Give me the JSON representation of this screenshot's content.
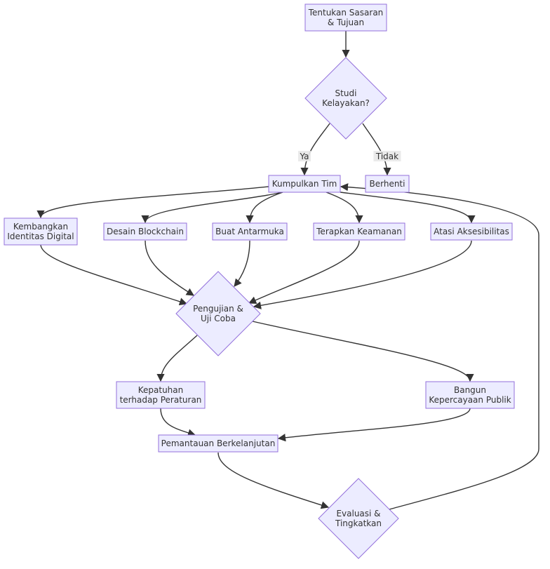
{
  "colors": {
    "node_fill": "#ECECFF",
    "node_stroke": "#9370DB",
    "edge": "#333333",
    "text": "#333333",
    "label_bg": "#e8e8e8"
  },
  "nodes": {
    "tentukan": {
      "lines": [
        "Tentukan Sasaran",
        "& Tujuan"
      ]
    },
    "studi": {
      "lines": [
        "Studi",
        "Kelayakan?"
      ]
    },
    "kumpulkan": {
      "lines": [
        "Kumpulkan Tim"
      ]
    },
    "berhenti": {
      "lines": [
        "Berhenti"
      ]
    },
    "kembangkan": {
      "lines": [
        "Kembangkan",
        "Identitas Digital"
      ]
    },
    "desain": {
      "lines": [
        "Desain Blockchain"
      ]
    },
    "buat": {
      "lines": [
        "Buat Antarmuka"
      ]
    },
    "terapkan": {
      "lines": [
        "Terapkan Keamanan"
      ]
    },
    "atasi": {
      "lines": [
        "Atasi Aksesibilitas"
      ]
    },
    "pengujian": {
      "lines": [
        "Pengujian &",
        "Uji Coba"
      ]
    },
    "kepatuhan": {
      "lines": [
        "Kepatuhan",
        "terhadap Peraturan"
      ]
    },
    "bangun": {
      "lines": [
        "Bangun",
        "Kepercayaan Publik"
      ]
    },
    "pemantauan": {
      "lines": [
        "Pemantauan Berkelanjutan"
      ]
    },
    "evaluasi": {
      "lines": [
        "Evaluasi &",
        "Tingkatkan"
      ]
    }
  },
  "edges": [
    {
      "from": "tentukan",
      "to": "studi",
      "label": ""
    },
    {
      "from": "studi",
      "to": "kumpulkan",
      "label": "Ya"
    },
    {
      "from": "studi",
      "to": "berhenti",
      "label": "Tidak"
    },
    {
      "from": "kumpulkan",
      "to": "kembangkan",
      "label": ""
    },
    {
      "from": "kumpulkan",
      "to": "desain",
      "label": ""
    },
    {
      "from": "kumpulkan",
      "to": "buat",
      "label": ""
    },
    {
      "from": "kumpulkan",
      "to": "terapkan",
      "label": ""
    },
    {
      "from": "kumpulkan",
      "to": "atasi",
      "label": ""
    },
    {
      "from": "kembangkan",
      "to": "pengujian",
      "label": ""
    },
    {
      "from": "desain",
      "to": "pengujian",
      "label": ""
    },
    {
      "from": "buat",
      "to": "pengujian",
      "label": ""
    },
    {
      "from": "terapkan",
      "to": "pengujian",
      "label": ""
    },
    {
      "from": "atasi",
      "to": "pengujian",
      "label": ""
    },
    {
      "from": "pengujian",
      "to": "kepatuhan",
      "label": ""
    },
    {
      "from": "pengujian",
      "to": "bangun",
      "label": ""
    },
    {
      "from": "kepatuhan",
      "to": "pemantauan",
      "label": ""
    },
    {
      "from": "bangun",
      "to": "pemantauan",
      "label": ""
    },
    {
      "from": "pemantauan",
      "to": "evaluasi",
      "label": ""
    },
    {
      "from": "evaluasi",
      "to": "kumpulkan",
      "label": ""
    }
  ]
}
